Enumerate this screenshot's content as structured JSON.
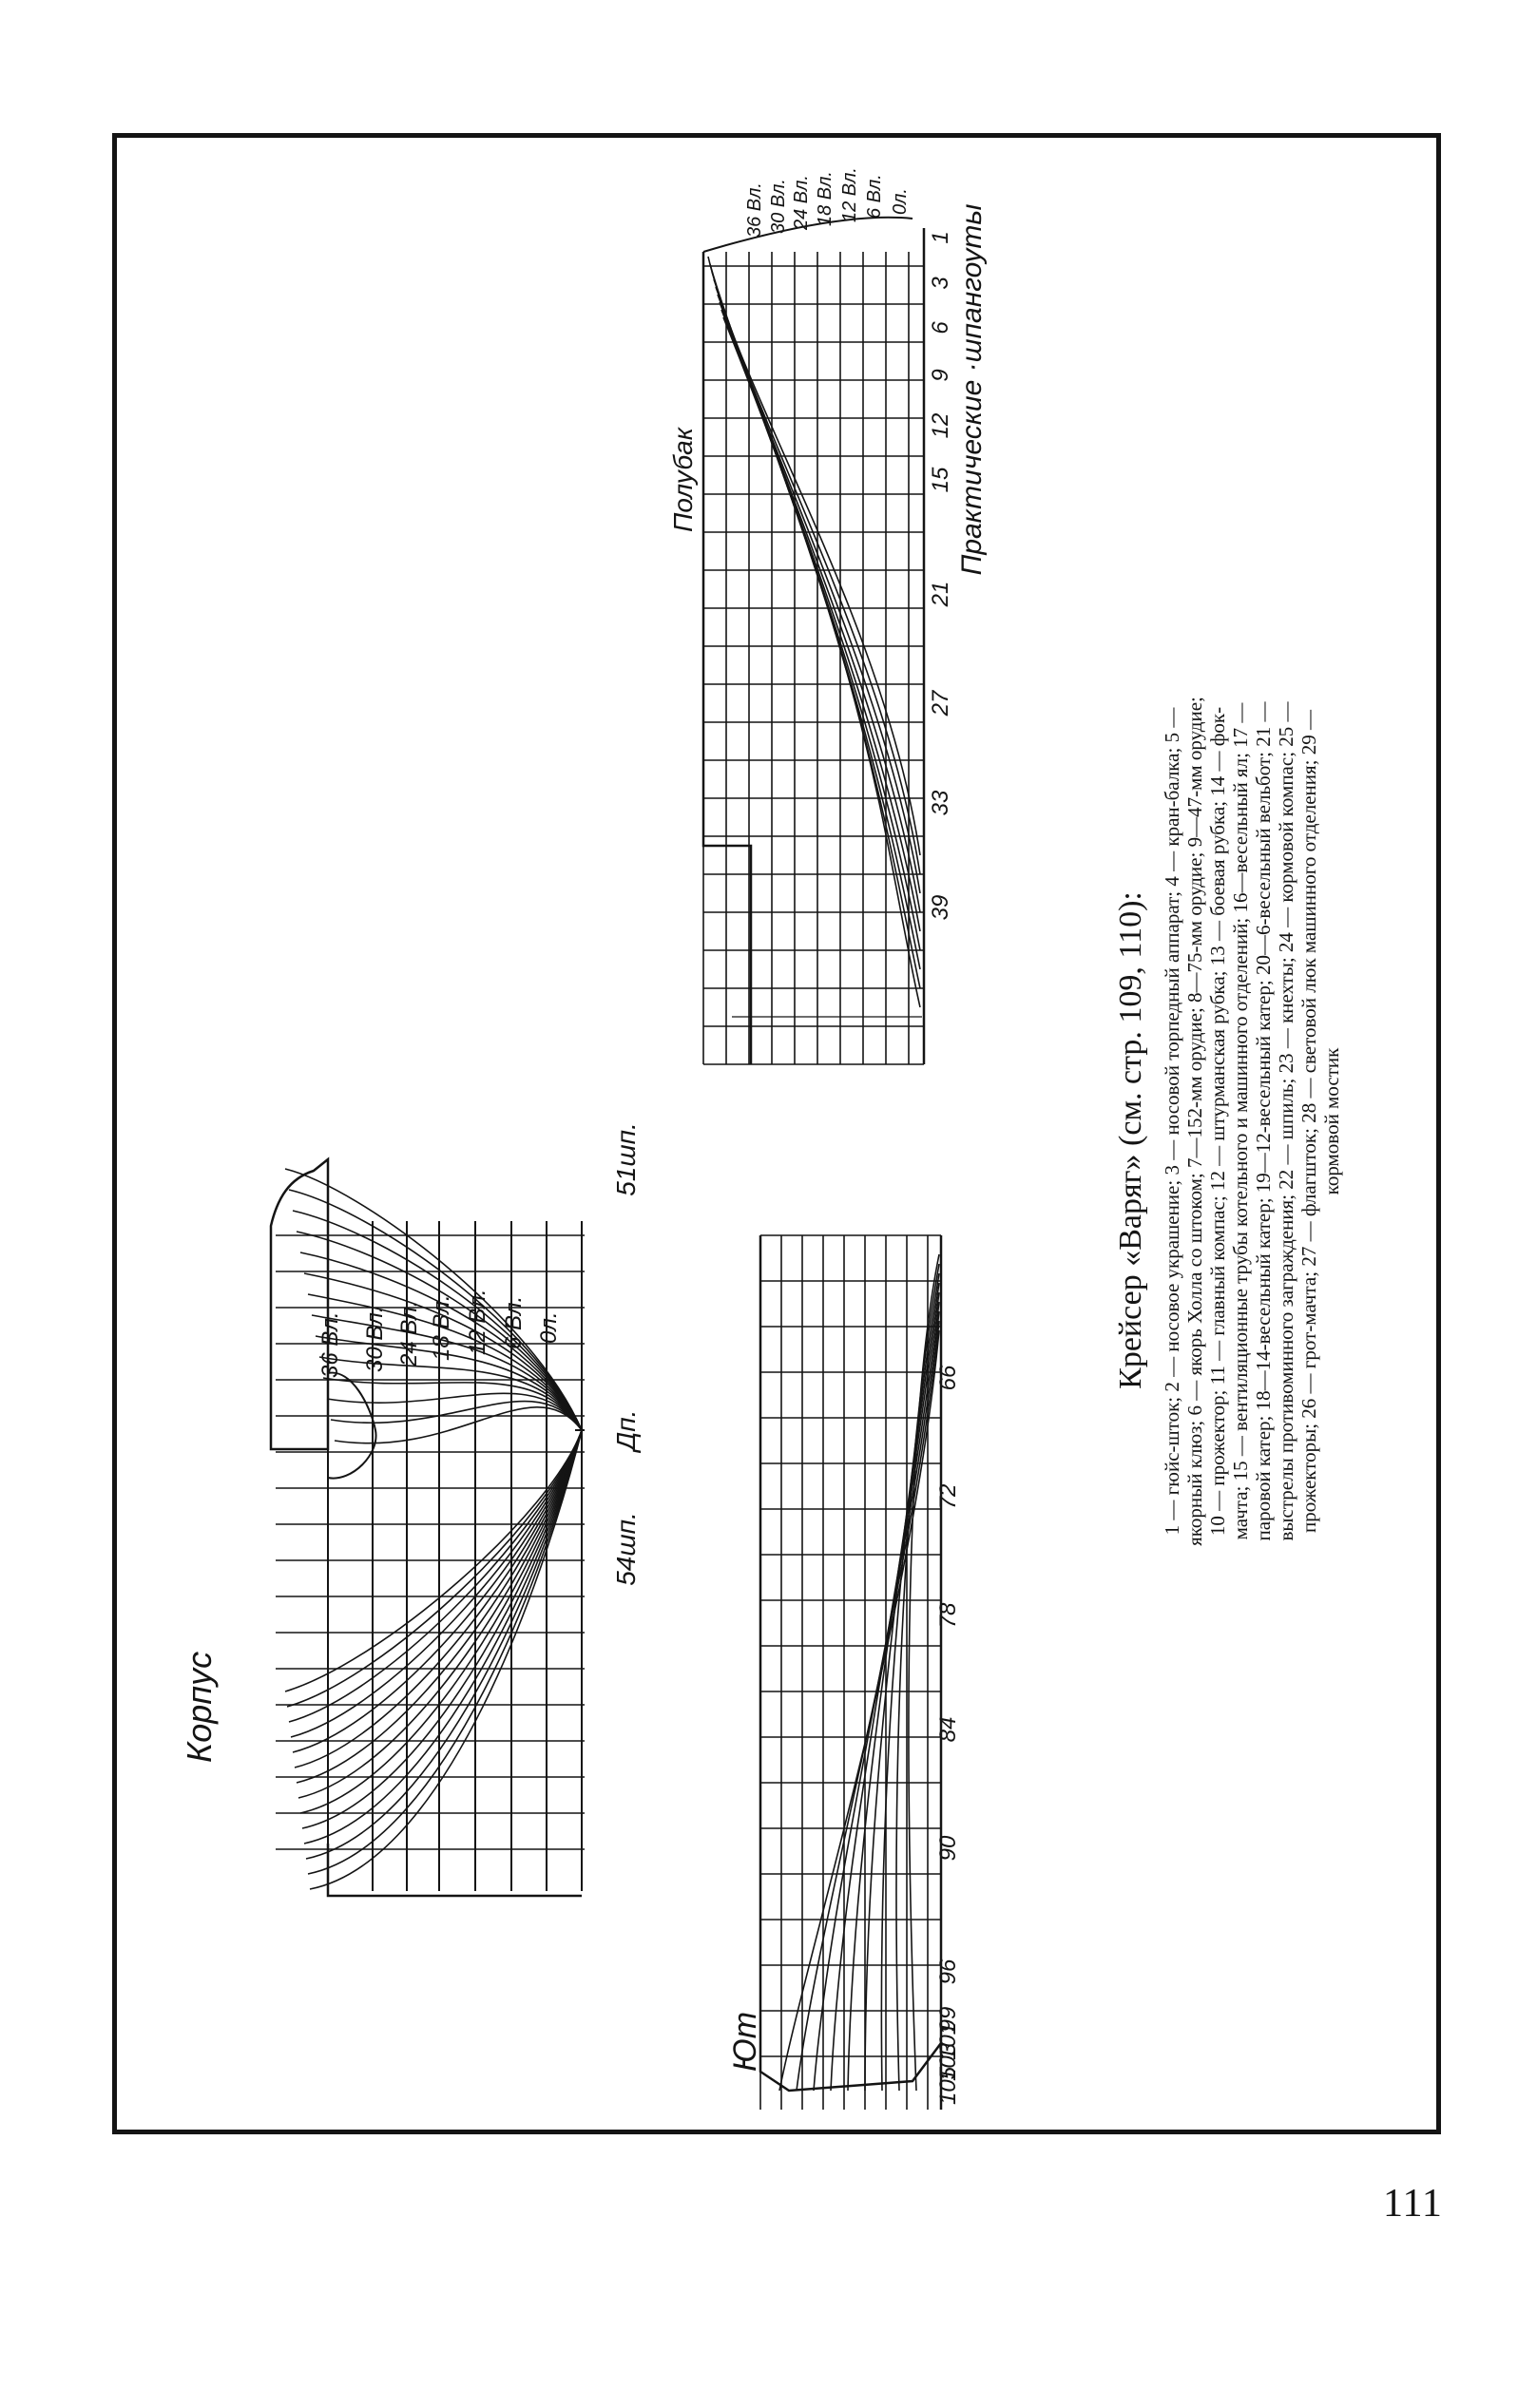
{
  "drawings": {
    "stern_body": {
      "title": "Корпус",
      "waterlines": [
        "36 Вл.",
        "30 Вл.",
        "24 Вл.",
        "18 Вл.",
        "12 Вл.",
        "6 Вл.",
        "0л."
      ],
      "labels": {
        "frame_54": "54шп.",
        "centerline": "Дп.",
        "frame_51": "51шп."
      }
    },
    "stern_profile": {
      "title": "Ют",
      "stations": [
        "105",
        "103",
        "101",
        "99",
        "96",
        "90",
        "84",
        "78",
        "72",
        "66"
      ]
    },
    "bow_profile": {
      "title": "Полубак",
      "waterlines": [
        "36 Вл.",
        "30 Вл.",
        "24 Вл.",
        "18 Вл.",
        "12 Вл.",
        "6 Вл.",
        "0л."
      ],
      "stations": [
        "1",
        "3",
        "6",
        "9",
        "12",
        "15",
        "21",
        "27",
        "33",
        "39"
      ],
      "axis_title": "Практические ·шпангоуты"
    }
  },
  "caption": {
    "title": "Крейсер «Варяг» (см. стр. 109, 110):",
    "lines": [
      "1 — гюйс-шток; 2 — носовое украшение; 3 — носовой торпедный аппарат; 4 — кран-балка; 5 —",
      "якорный клюз; 6 — якорь Холла со штоком; 7—152-мм орудие; 8—75-мм орудие; 9—47-мм орудие;",
      "10 — прожектор; 11 — главный компас; 12 — штурманская рубка; 13 — боевая рубка; 14 — фок-",
      "мачта; 15 — вентиляционные трубы котельного и машинного отделений; 16—весельный ял; 17 —",
      "паровой катер; 18—14-весельный катер; 19—12-весельный катер; 20—6-весельный вельбот; 21 —",
      "выстрелы противоминного заграждения; 22 — шпиль; 23 — кнехты; 24 — кормовой компас; 25 —",
      "прожекторы; 26 — грот-мачта; 27 — флагшток; 28 — световой люк машинного отделения; 29 —",
      "кормовой мостик"
    ]
  },
  "page_number": "111"
}
